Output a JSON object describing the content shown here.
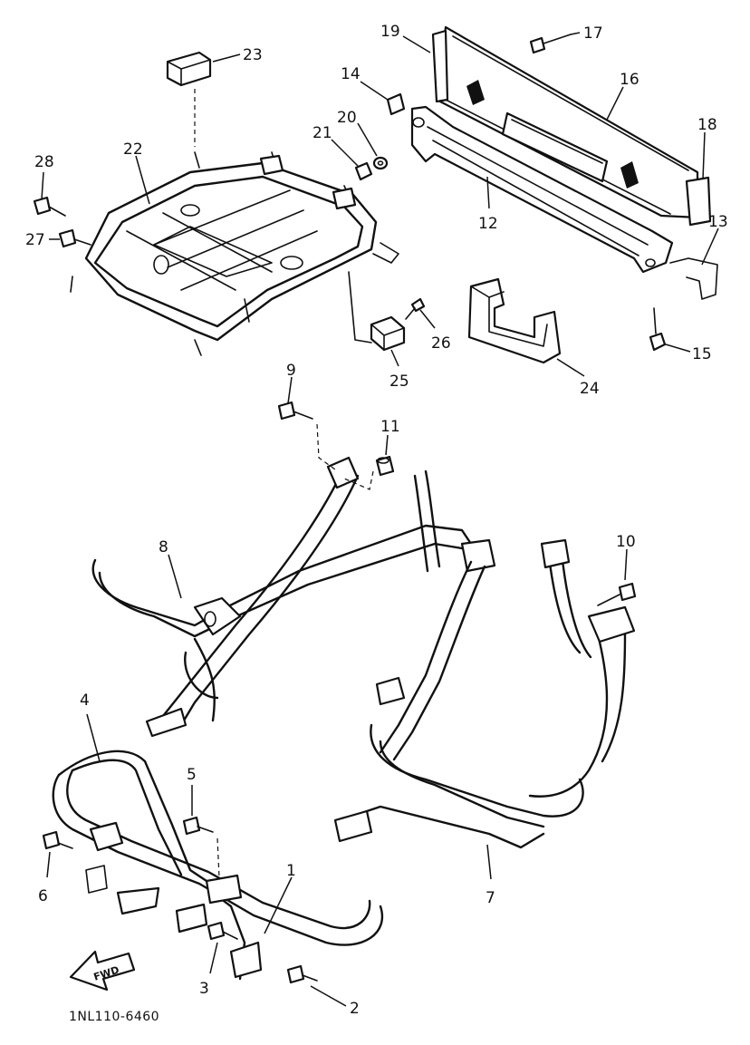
{
  "callouts": [
    {
      "id": "1",
      "label": "1"
    },
    {
      "id": "2",
      "label": "2"
    },
    {
      "id": "3",
      "label": "3"
    },
    {
      "id": "4",
      "label": "4"
    },
    {
      "id": "5",
      "label": "5"
    },
    {
      "id": "6",
      "label": "6"
    },
    {
      "id": "7",
      "label": "7"
    },
    {
      "id": "8",
      "label": "8"
    },
    {
      "id": "9",
      "label": "9"
    },
    {
      "id": "10",
      "label": "10"
    },
    {
      "id": "11",
      "label": "11"
    },
    {
      "id": "12",
      "label": "12"
    },
    {
      "id": "13",
      "label": "13"
    },
    {
      "id": "14",
      "label": "14"
    },
    {
      "id": "15",
      "label": "15"
    },
    {
      "id": "16",
      "label": "16"
    },
    {
      "id": "17",
      "label": "17"
    },
    {
      "id": "18",
      "label": "18"
    },
    {
      "id": "19",
      "label": "19"
    },
    {
      "id": "20",
      "label": "20"
    },
    {
      "id": "21",
      "label": "21"
    },
    {
      "id": "22",
      "label": "22"
    },
    {
      "id": "23",
      "label": "23"
    },
    {
      "id": "24",
      "label": "24"
    },
    {
      "id": "25",
      "label": "25"
    },
    {
      "id": "26",
      "label": "26"
    },
    {
      "id": "27",
      "label": "27"
    },
    {
      "id": "28",
      "label": "28"
    }
  ],
  "figure_code": "1NL110-6460",
  "direction_arrow": {
    "label": "FWD"
  }
}
